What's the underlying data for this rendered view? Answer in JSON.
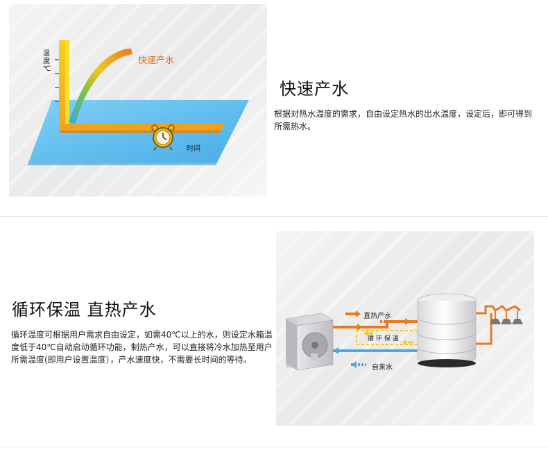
{
  "section1": {
    "title": "快速产水",
    "description": "根据对热水温度的需求，自由设定热水的出水温度，设定后，即可得到所需热水。",
    "graphic": {
      "curve_label": "快速产水",
      "y_axis_label_line1": "温",
      "y_axis_label_line2": "度",
      "y_axis_unit": "℃",
      "x_axis_label": "时间",
      "clock_icon": "alarm-clock-icon"
    }
  },
  "section2": {
    "title": "循环保温 直热产水",
    "description": "循环温度可根据用户需求自由设定，如需40℃以上的水，则设定水箱温度低于40℃自动启动循环功能，制热产水，可以直接将冷水加热至用户所需温度(即用户设置温度），产水速度快，不需要长时间的等待。",
    "diagram": {
      "hot_water_label": "直热产水",
      "circulation_label": "循 环 保 温",
      "cold_water_label": "自来水",
      "heat_pump_icon": "heat-pump-unit-icon",
      "tank_icon": "water-tank-icon",
      "shower_icon": "shower-heads-icon"
    }
  },
  "colors": {
    "orange": "#e87a1e",
    "blue": "#4aa8e8",
    "yellow": "#f2c81a",
    "green": "#2e9a3a"
  }
}
